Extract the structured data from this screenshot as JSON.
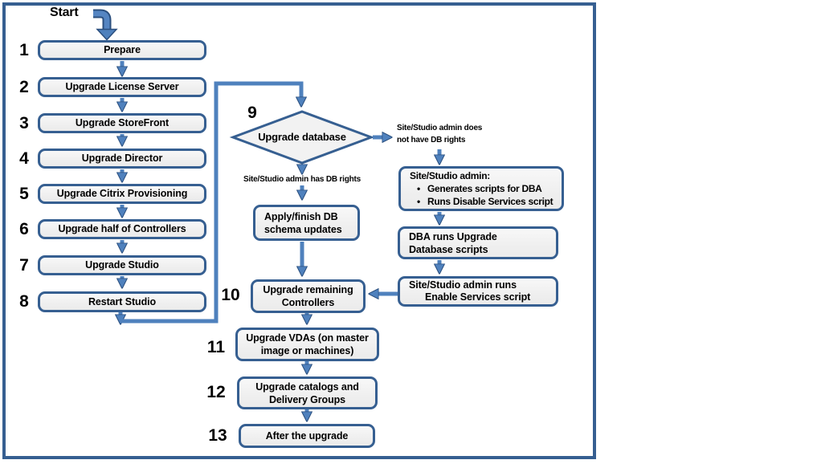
{
  "start_label": "Start",
  "steps": [
    {
      "num": "1",
      "label": "Prepare"
    },
    {
      "num": "2",
      "label": "Upgrade License Server"
    },
    {
      "num": "3",
      "label": "Upgrade StoreFront"
    },
    {
      "num": "4",
      "label": "Upgrade Director"
    },
    {
      "num": "5",
      "label": "Upgrade Citrix Provisioning"
    },
    {
      "num": "6",
      "label": "Upgrade half of Controllers"
    },
    {
      "num": "7",
      "label": "Upgrade Studio"
    },
    {
      "num": "8",
      "label": "Restart Studio"
    }
  ],
  "decision": {
    "num": "9",
    "label": "Upgrade database"
  },
  "branch_labels": {
    "has_rights": "Site/Studio admin has DB rights",
    "no_rights_line1": "Site/Studio admin does",
    "no_rights_line2": "not have  DB rights"
  },
  "apply_box": {
    "line1": "Apply/finish DB",
    "line2": "schema updates"
  },
  "admin_box": {
    "title": "Site/Studio admin:",
    "bullet_char": "•",
    "bullets": [
      "Generates scripts for DBA",
      "Runs Disable Services script"
    ]
  },
  "dba_box": {
    "line1": "DBA runs Upgrade",
    "line2": "Database scripts"
  },
  "enable_box": {
    "line1": "Site/Studio admin runs",
    "line2": "Enable Services script"
  },
  "step10": {
    "num": "10",
    "line1": "Upgrade remaining",
    "line2": "Controllers"
  },
  "step11": {
    "num": "11",
    "line1": "Upgrade VDAs (on master",
    "line2": "image or machines)"
  },
  "step12": {
    "num": "12",
    "line1": "Upgrade catalogs and",
    "line2": "Delivery Groups"
  },
  "step13": {
    "num": "13",
    "label": "After the upgrade"
  },
  "colors": {
    "border": "#365F91",
    "arrow": "#4F81BD",
    "arrow_edge": "#2B4F7E",
    "box_fill": "#F2F2F2"
  }
}
